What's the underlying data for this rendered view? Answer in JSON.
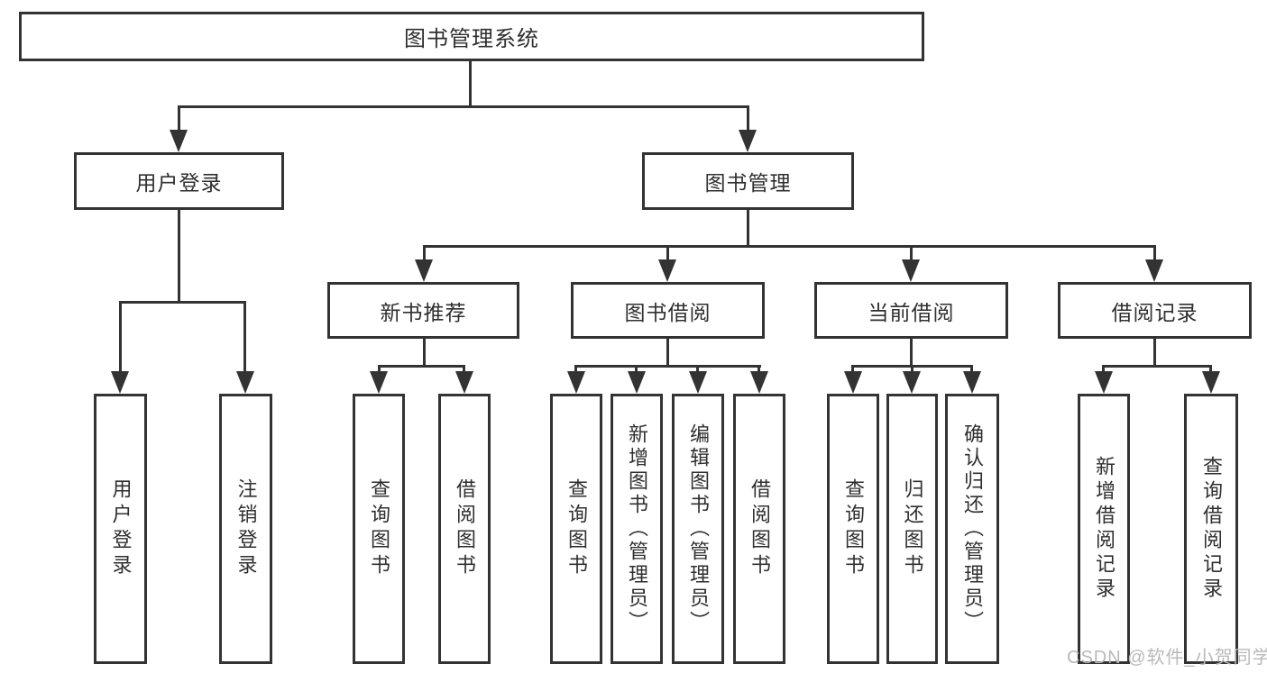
{
  "diagram": {
    "title": "图书管理系统",
    "level2": {
      "user_login": "用户登录",
      "book_mgmt": "图书管理"
    },
    "level3": {
      "new_book_rec": "新书推荐",
      "book_borrow": "图书借阅",
      "current_borrow": "当前借阅",
      "borrow_records": "借阅记录"
    },
    "leaves": {
      "user_login": [
        "用户登录",
        "注销登录"
      ],
      "new_book_rec": [
        "查询图书",
        "借阅图书"
      ],
      "book_borrow": [
        "查询图书",
        "新增图书（管理员）",
        "编辑图书（管理员）",
        "借阅图书"
      ],
      "current_borrow": [
        "查询图书",
        "归还图书",
        "确认归还（管理员）"
      ],
      "borrow_records": [
        "新增借阅记录",
        "查询借阅记录"
      ]
    },
    "colors": {
      "line": "#333333",
      "text": "#2f2f2f",
      "background": "#ffffff",
      "watermark": "#b9b9b9"
    },
    "watermark": "CSDN @软件_小贺同学"
  }
}
